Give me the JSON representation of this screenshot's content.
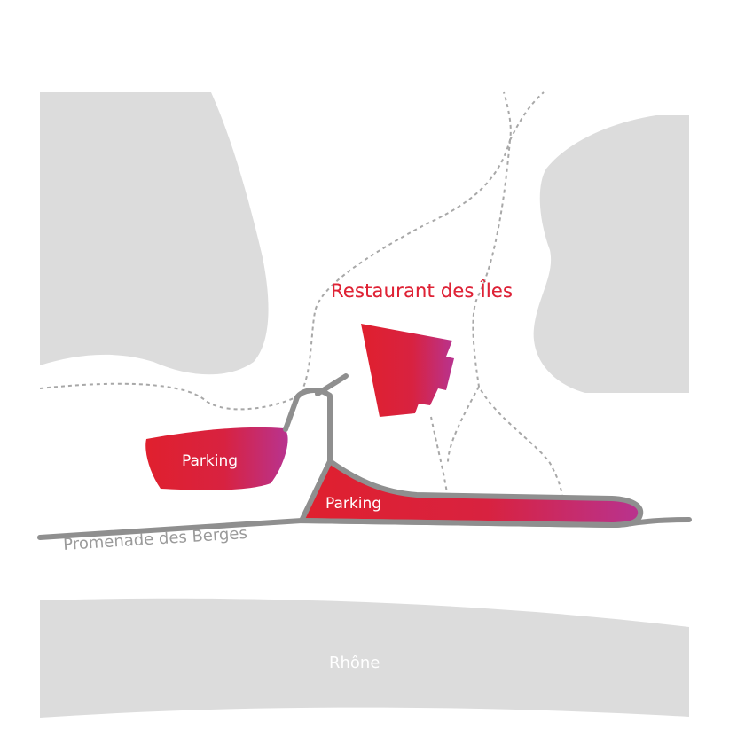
{
  "map": {
    "restaurant_label": "Restaurant des Îles",
    "parking_label_1": "Parking",
    "parking_label_2": "Parking",
    "street_label": "Promenade des Berges",
    "river_label": "Rhône"
  },
  "colors": {
    "background": "#ffffff",
    "terrain_gray": "#dcdcdc",
    "road_gray": "#8f8f8f",
    "path_gray": "#a8a8a8",
    "accent_red": "#e0202e",
    "accent_magenta": "#b8338f"
  }
}
